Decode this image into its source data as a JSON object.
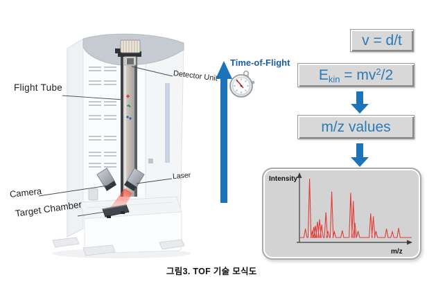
{
  "figure": {
    "caption": "그림3. TOF 기술 모식도"
  },
  "instrument": {
    "labels": {
      "flight_tube": "Flight Tube",
      "detector_unit": "Detector Unit",
      "camera": "Camera",
      "laser": "Laser",
      "target_chamber": "Target Chamber"
    }
  },
  "tof": {
    "label": "Time-of-Flight",
    "icon": "stopwatch-icon"
  },
  "flow": {
    "velocity_formula": "v = d/t",
    "ekin": {
      "base": "E",
      "sub": "kin",
      "mid": " = mv",
      "sup": "2",
      "end": "/2"
    },
    "result": "m/z values"
  },
  "colors": {
    "accent_blue": "#1c73ba",
    "formula_text": "#2b7ab8",
    "tof_text": "#1b5ea6",
    "box_fill": "#d8d8d8",
    "panel_fill": "#d3d3d3",
    "spectrum_red": "#e23b36",
    "laser_red": "#ff4a3a",
    "axis_dark": "#3c3c3c"
  },
  "chart_data": {
    "type": "line",
    "title": "",
    "xlabel": "m/z",
    "ylabel": "Intensity",
    "line_color": "#e23b36",
    "axes": "arrow axes, no ticks, no gridlines",
    "note": "peaks as [x_fraction_of_axis, height_fraction_of_max]",
    "peaks": [
      [
        0.03,
        0.15
      ],
      [
        0.07,
        1.0
      ],
      [
        0.095,
        0.1
      ],
      [
        0.11,
        0.18
      ],
      [
        0.125,
        0.2
      ],
      [
        0.145,
        0.27
      ],
      [
        0.165,
        0.31
      ],
      [
        0.185,
        0.22
      ],
      [
        0.225,
        0.43
      ],
      [
        0.245,
        0.11
      ],
      [
        0.28,
        0.78
      ],
      [
        0.305,
        0.1
      ],
      [
        0.38,
        0.12
      ],
      [
        0.46,
        0.76
      ],
      [
        0.485,
        0.62
      ],
      [
        0.5,
        0.25
      ],
      [
        0.53,
        0.11
      ],
      [
        0.65,
        0.41
      ],
      [
        0.675,
        0.36
      ],
      [
        0.7,
        0.11
      ],
      [
        0.8,
        0.15
      ],
      [
        0.855,
        0.1
      ],
      [
        0.915,
        0.16
      ]
    ]
  }
}
